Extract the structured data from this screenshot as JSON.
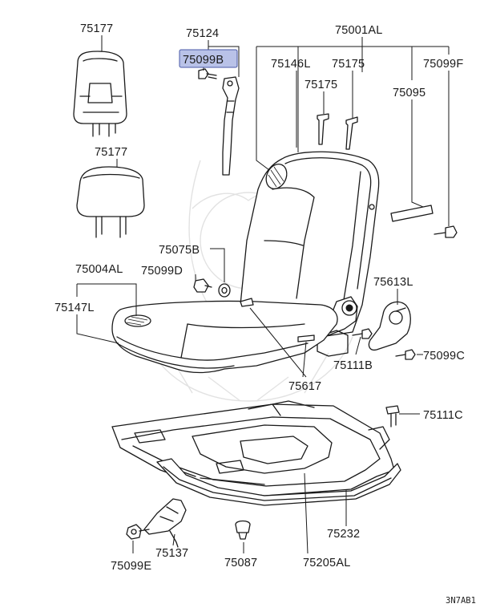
{
  "labels": {
    "p75177_top": "75177",
    "p75124": "75124",
    "p75099b": "75099B",
    "p75001al": "75001AL",
    "p75146l": "75146L",
    "p75175_a": "75175",
    "p75099f": "75099F",
    "p75175_b": "75175",
    "p75095": "75095",
    "p75177_mid": "75177",
    "p75075b": "75075B",
    "p75004al": "75004AL",
    "p75099d": "75099D",
    "p75613l": "75613L",
    "p75147l": "75147L",
    "p75099c": "75099C",
    "p75111b": "75111B",
    "p75617": "75617",
    "p75111c": "75111C",
    "p75232": "75232",
    "p75099e": "75099E",
    "p75137": "75137",
    "p75087": "75087",
    "p75205al": "75205AL"
  },
  "diagram_code": "3N7AB1",
  "colors": {
    "highlight": "#b9c2e8",
    "highlight_border": "#4a5aa8",
    "ink": "#1a1a1a"
  }
}
